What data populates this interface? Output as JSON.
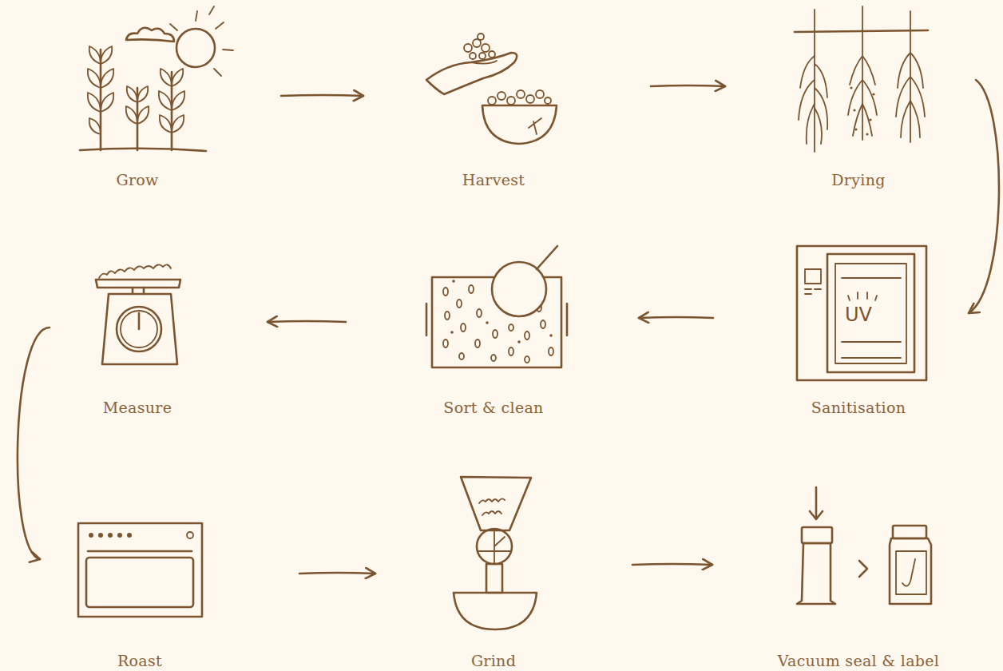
{
  "diagram": {
    "nodes": [
      {
        "text": [
          "Grow"
        ]
      },
      {
        "text": [
          "Harvest"
        ]
      },
      {
        "text": [
          "Drying"
        ]
      },
      {
        "text": [
          "Measure"
        ]
      },
      {
        "text": [
          "Sort & clean"
        ]
      },
      {
        "text": [
          "Sanitisation"
        ]
      },
      {
        "text": [
          "Roast"
        ]
      },
      {
        "text": [
          "Grind"
        ]
      },
      {
        "text": [
          "Vacuum seal & label"
        ]
      }
    ],
    "edges": [
      {
        "from": 0,
        "to": 1,
        "arrow": "to"
      },
      {
        "from": 1,
        "to": 2,
        "arrow": "to"
      },
      {
        "from": 2,
        "to": 5,
        "arrow": "to"
      },
      {
        "from": 5,
        "to": 4,
        "arrow": "to"
      },
      {
        "from": 4,
        "to": 3,
        "arrow": "to"
      },
      {
        "from": 3,
        "to": 6,
        "arrow": "to"
      },
      {
        "from": 6,
        "to": 7,
        "arrow": "to"
      },
      {
        "from": 7,
        "to": 8,
        "arrow": "to"
      }
    ],
    "labels": [
      "UV"
    ]
  }
}
